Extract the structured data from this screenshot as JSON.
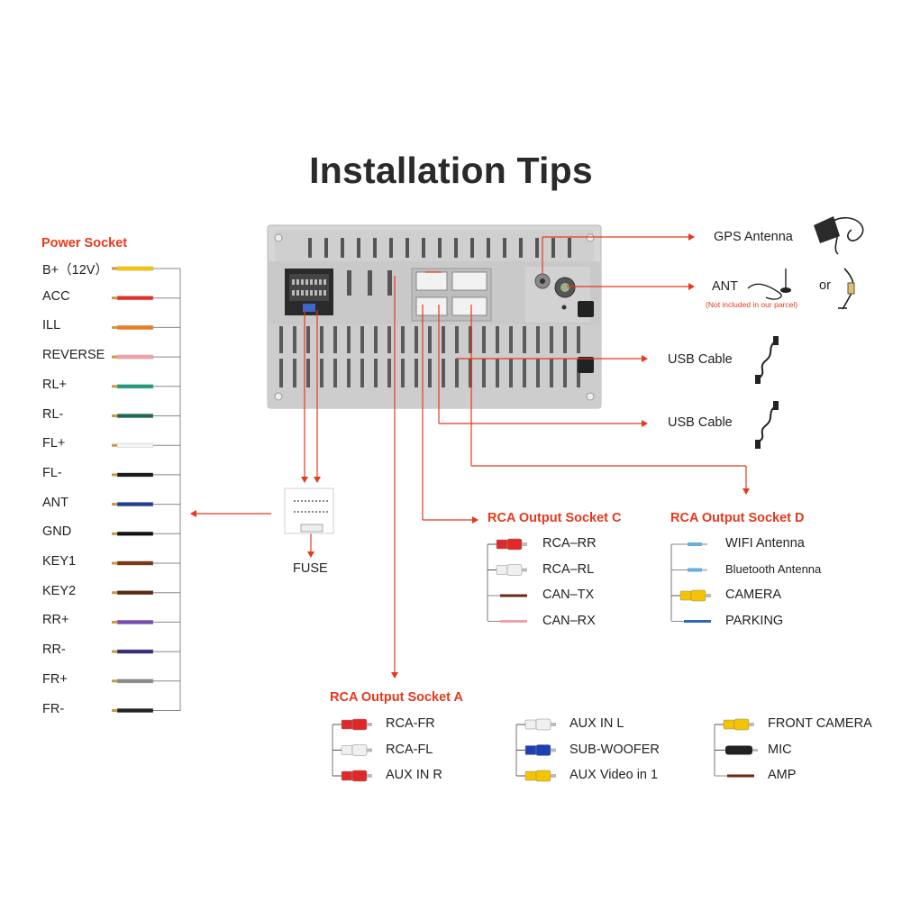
{
  "title": "Installation Tips",
  "colors": {
    "accent": "#e5391d",
    "unit_body": "#c8c8c8"
  },
  "power_socket": {
    "title": "Power Socket",
    "wires": [
      {
        "label": "B+（12V）",
        "color": "#f5c400"
      },
      {
        "label": "ACC",
        "color": "#e53027"
      },
      {
        "label": "ILL",
        "color": "#f07a1a"
      },
      {
        "label": "REVERSE",
        "color": "#f2a0a8"
      },
      {
        "label": "RL+",
        "color": "#1f9a7a"
      },
      {
        "label": "RL-",
        "color": "#1f6a55"
      },
      {
        "label": "FL+",
        "color": "#f4f4f4"
      },
      {
        "label": "FL-",
        "color": "#1a1a1a"
      },
      {
        "label": "ANT",
        "color": "#1f3f9a"
      },
      {
        "label": "GND",
        "color": "#111111"
      },
      {
        "label": "KEY1",
        "color": "#7a3a1a"
      },
      {
        "label": "KEY2",
        "color": "#5a2a14"
      },
      {
        "label": "RR+",
        "color": "#7a4ab5"
      },
      {
        "label": "RR-",
        "color": "#3a2a7a"
      },
      {
        "label": "FR+",
        "color": "#8a8a8a"
      },
      {
        "label": "FR-",
        "color": "#222222"
      }
    ]
  },
  "fuse": {
    "label": "FUSE"
  },
  "gps": {
    "label": "GPS Antenna"
  },
  "ant": {
    "label": "ANT",
    "note": "(Not included in our parcel)",
    "or": "or"
  },
  "usb": [
    {
      "label": "USB  Cable"
    },
    {
      "label": "USB  Cable"
    }
  ],
  "socket_c": {
    "title": "RCA Output Socket C",
    "items": [
      {
        "label": "RCA–RR",
        "kind": "rca",
        "color": "#e0282a"
      },
      {
        "label": "RCA–RL",
        "kind": "rca",
        "color": "#f0f0f0"
      },
      {
        "label": "CAN–TX",
        "kind": "wire",
        "color": "#6a2a14"
      },
      {
        "label": "CAN–RX",
        "kind": "wire",
        "color": "#f2a0a8"
      }
    ]
  },
  "socket_d": {
    "title": "RCA Output Socket D",
    "items": [
      {
        "label": "WIFI Antenna",
        "kind": "plug",
        "color": "#6aaedc"
      },
      {
        "label": "Bluetooth Antenna",
        "kind": "plug",
        "color": "#6aaedc"
      },
      {
        "label": "CAMERA",
        "kind": "rca",
        "color": "#f5c400"
      },
      {
        "label": "PARKING",
        "kind": "wire",
        "color": "#2a6ab5"
      }
    ]
  },
  "socket_a": {
    "title": "RCA Output Socket A",
    "col1": [
      {
        "label": "RCA-FR",
        "kind": "rca",
        "color": "#e0282a"
      },
      {
        "label": "RCA-FL",
        "kind": "rca",
        "color": "#f0f0f0"
      },
      {
        "label": "AUX IN R",
        "kind": "rca",
        "color": "#e0282a"
      }
    ],
    "col2": [
      {
        "label": "AUX IN L",
        "kind": "rca",
        "color": "#f0f0f0"
      },
      {
        "label": "SUB-WOOFER",
        "kind": "rca",
        "color": "#1f3fb5"
      },
      {
        "label": "AUX Video in 1",
        "kind": "rca",
        "color": "#f5c400"
      }
    ],
    "col3": [
      {
        "label": "FRONT CAMERA",
        "kind": "rca",
        "color": "#f5c400"
      },
      {
        "label": "MIC",
        "kind": "jack",
        "color": "#222222"
      },
      {
        "label": "AMP",
        "kind": "wire",
        "color": "#6a2a14"
      }
    ]
  }
}
